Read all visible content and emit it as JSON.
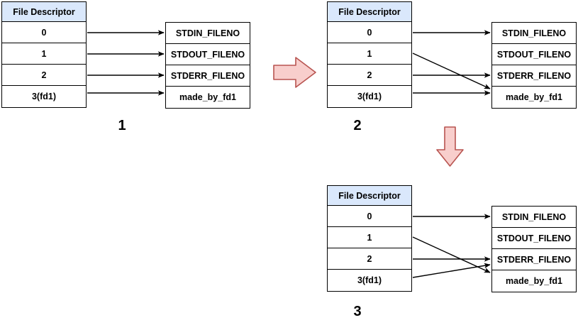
{
  "diagram": {
    "title_icon": "file-descriptor-table-diagram",
    "accent_colors": {
      "header_fill": "#dae8fc",
      "header_stroke": "#6c8ebf",
      "pink_fill": "#f8cecc",
      "pink_stroke": "#b85450",
      "line": "#000000",
      "background": "#ffffff"
    },
    "fd_table": {
      "header": "File Descriptor",
      "rows": [
        "0",
        "1",
        "2",
        "3(fd1)"
      ]
    },
    "targets": [
      "STDIN_FILENO",
      "STDOUT_FILENO",
      "STDERR_FILENO",
      "made_by_fd1"
    ],
    "steps": [
      {
        "label": "1",
        "mappings": [
          {
            "from": "0",
            "to": "STDIN_FILENO",
            "kind": "straight"
          },
          {
            "from": "1",
            "to": "STDOUT_FILENO",
            "kind": "straight"
          },
          {
            "from": "2",
            "to": "STDERR_FILENO",
            "kind": "straight"
          },
          {
            "from": "3(fd1)",
            "to": "made_by_fd1",
            "kind": "straight"
          }
        ]
      },
      {
        "label": "2",
        "mappings": [
          {
            "from": "0",
            "to": "STDIN_FILENO",
            "kind": "straight"
          },
          {
            "from": "1",
            "to": "made_by_fd1",
            "kind": "diagonal-down"
          },
          {
            "from": "2",
            "to": "STDERR_FILENO",
            "kind": "straight"
          },
          {
            "from": "3(fd1)",
            "to": "made_by_fd1",
            "kind": "straight"
          }
        ]
      },
      {
        "label": "3",
        "mappings": [
          {
            "from": "0",
            "to": "STDIN_FILENO",
            "kind": "straight"
          },
          {
            "from": "1",
            "to": "made_by_fd1",
            "kind": "diagonal-down"
          },
          {
            "from": "2",
            "to": "STDERR_FILENO",
            "kind": "straight"
          },
          {
            "from": "3(fd1)",
            "to": "STDERR_FILENO",
            "kind": "diagonal-up"
          }
        ]
      }
    ],
    "transitions": [
      {
        "name": "step-1-to-2",
        "direction": "right"
      },
      {
        "name": "step-2-to-3",
        "direction": "down"
      }
    ]
  }
}
